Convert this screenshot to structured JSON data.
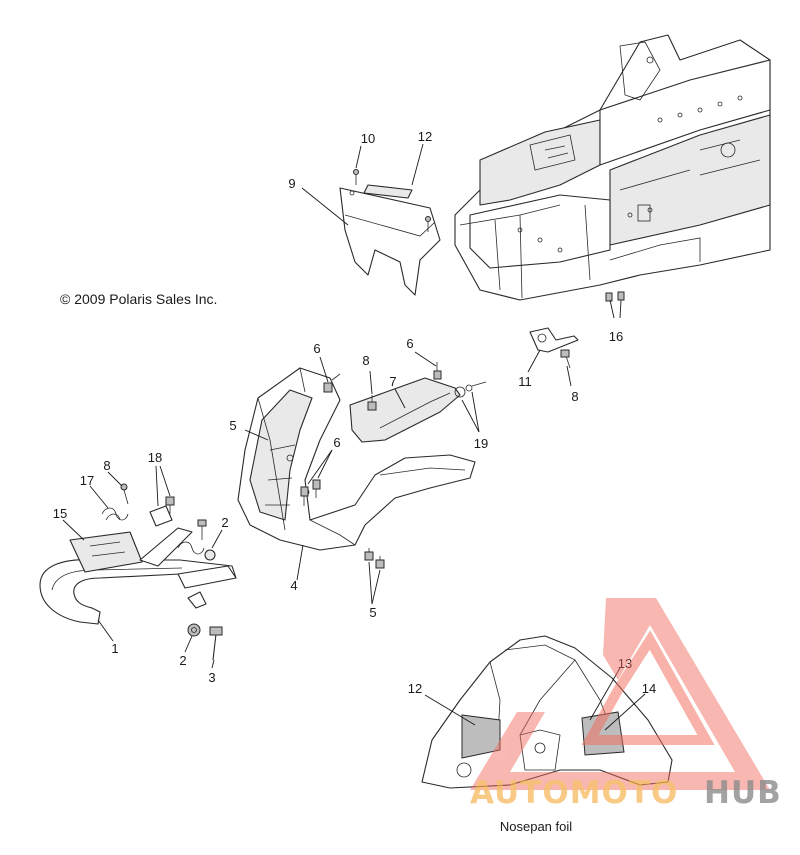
{
  "copyright": "© 2009 Polaris Sales Inc.",
  "caption": "Nosepan foil",
  "callouts": [
    {
      "id": "c10",
      "text": "10"
    },
    {
      "id": "c12a",
      "text": "12"
    },
    {
      "id": "c9",
      "text": "9"
    },
    {
      "id": "c16",
      "text": "16"
    },
    {
      "id": "c11",
      "text": "11"
    },
    {
      "id": "c8a",
      "text": "8"
    },
    {
      "id": "c6a",
      "text": "6"
    },
    {
      "id": "c8b",
      "text": "8"
    },
    {
      "id": "c6b",
      "text": "6"
    },
    {
      "id": "c7",
      "text": "7"
    },
    {
      "id": "c5a",
      "text": "5"
    },
    {
      "id": "c6c",
      "text": "6"
    },
    {
      "id": "c19",
      "text": "19"
    },
    {
      "id": "c17",
      "text": "17"
    },
    {
      "id": "c8c",
      "text": "8"
    },
    {
      "id": "c18",
      "text": "18"
    },
    {
      "id": "c15",
      "text": "15"
    },
    {
      "id": "c2a",
      "text": "2"
    },
    {
      "id": "c4",
      "text": "4"
    },
    {
      "id": "c5b",
      "text": "5"
    },
    {
      "id": "c1",
      "text": "1"
    },
    {
      "id": "c2b",
      "text": "2"
    },
    {
      "id": "c3",
      "text": "3"
    },
    {
      "id": "c12b",
      "text": "12"
    },
    {
      "id": "c13",
      "text": "13"
    },
    {
      "id": "c14",
      "text": "14"
    }
  ],
  "watermark": {
    "word1": "AUTOMOTO",
    "word2": "HUB",
    "color_primary": "#f26b5b",
    "color_secondary": "#f6b24c",
    "color_hub": "#6e6e6e"
  }
}
